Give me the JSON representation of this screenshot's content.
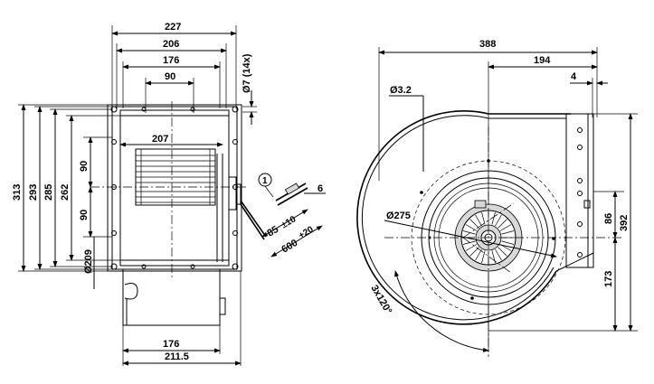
{
  "colors": {
    "line": "#000000",
    "background": "#ffffff",
    "shade": "#d8d8d8"
  },
  "front_view": {
    "width_overall": "227",
    "width_flange": "206",
    "width_housing": "176",
    "width_outlet": "90",
    "width_inlet": "207",
    "hole_spec": "Ø7 (14x)",
    "height_overall": "313",
    "height_293": "293",
    "height_285": "285",
    "height_262": "262",
    "height_90_upper": "90",
    "height_90_lower": "90",
    "inlet_diameter": "Ø209",
    "bottom_176": "176",
    "bottom_211_5": "211.5"
  },
  "cable_detail": {
    "callout": "1",
    "strip": "6",
    "length_85": "85",
    "length_85_tol": "±10",
    "length_600": "600",
    "length_600_tol": "+20"
  },
  "side_view": {
    "width_overall": "388",
    "width_194": "194",
    "width_4": "4",
    "hole_diameter": "Ø3.2",
    "impeller_diameter": "Ø275",
    "height_86": "86",
    "height_392": "392",
    "height_173": "173",
    "angle_spec": "3x120°"
  }
}
